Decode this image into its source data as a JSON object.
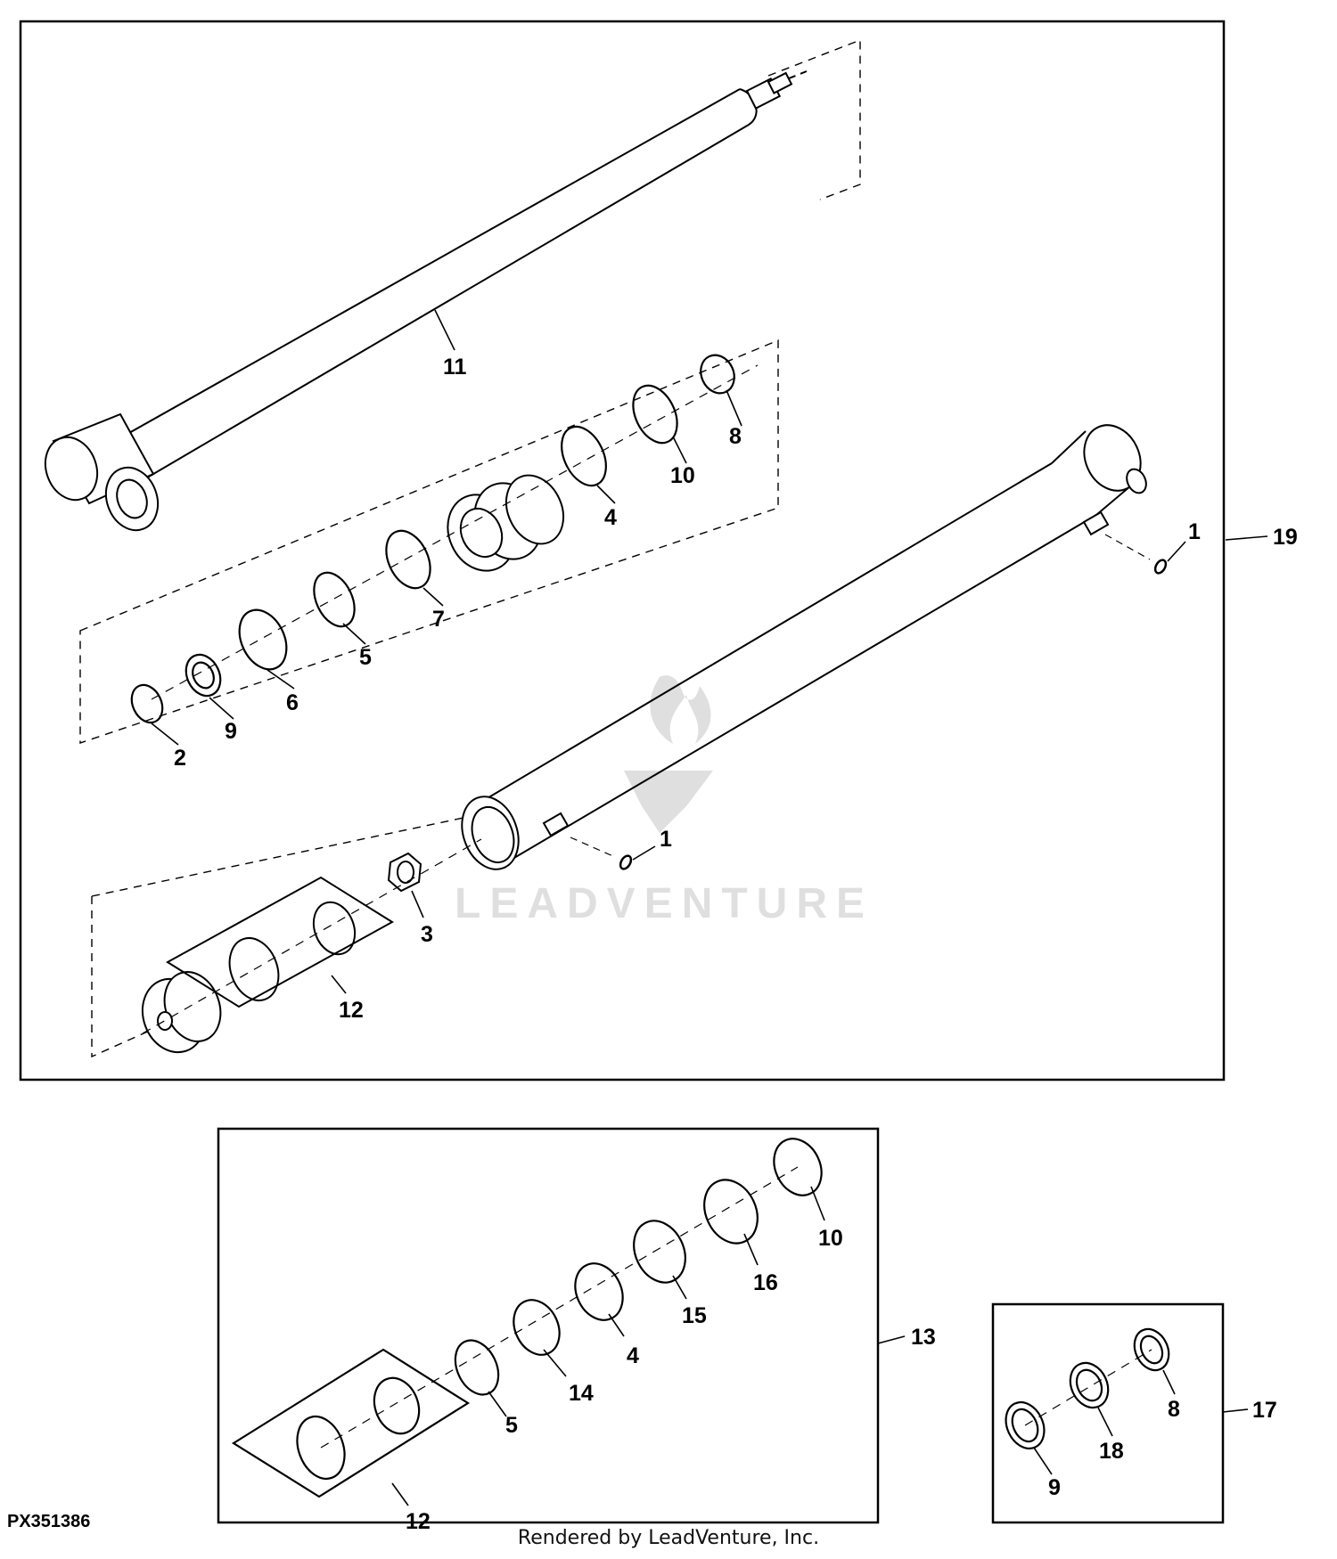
{
  "diagram": {
    "figure_code": "PX351386",
    "credit": "Rendered by LeadVenture, Inc.",
    "watermark": "LEADVENTURE",
    "main_panel": {
      "callouts": [
        "11",
        "8",
        "10",
        "4",
        "7",
        "5",
        "6",
        "9",
        "2",
        "1",
        "1",
        "19",
        "3",
        "12"
      ]
    },
    "seal_kit_panel": {
      "callouts": [
        "10",
        "16",
        "15",
        "4",
        "14",
        "5",
        "12",
        "13"
      ]
    },
    "bushing_kit_panel": {
      "callouts": [
        "8",
        "18",
        "9",
        "17"
      ]
    }
  }
}
